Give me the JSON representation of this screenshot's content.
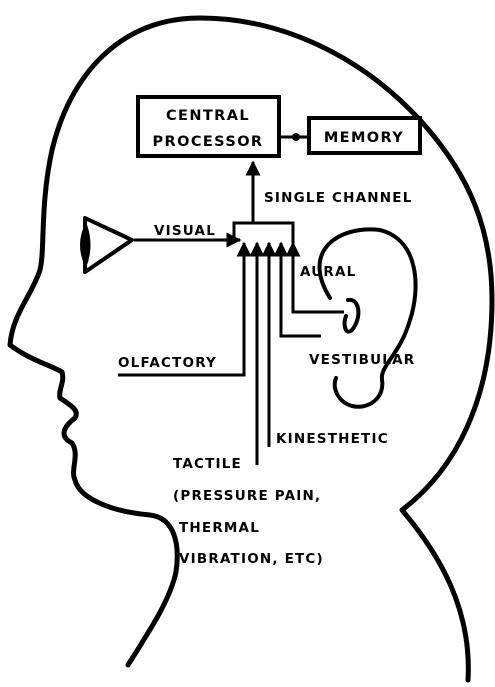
{
  "diagram": {
    "boxes": {
      "central_processor": [
        "CENTRAL",
        "PROCESSOR"
      ],
      "memory": "MEMORY"
    },
    "labels": {
      "single_channel": "SINGLE CHANNEL",
      "visual": "VISUAL",
      "aural": "AURAL",
      "olfactory": "OLFACTORY",
      "vestibular": "VESTIBULAR",
      "kinesthetic": "KINESTHETIC",
      "tactile": "TACTILE",
      "tactile_detail": [
        "(PRESSURE PAIN,",
        "THERMAL",
        "VIBRATION, ETC)"
      ]
    },
    "colors": {
      "ink": "#000000",
      "paper": "#ffffff"
    }
  }
}
